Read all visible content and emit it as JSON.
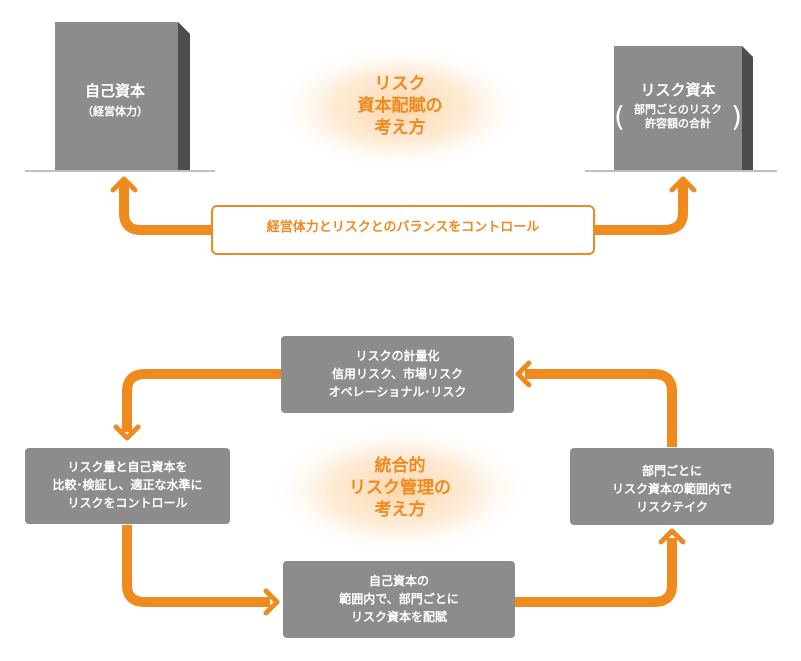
{
  "top": {
    "title_lines": [
      "リスク",
      "資本配賦の",
      "考え方"
    ],
    "left_block": {
      "title": "自己資本",
      "sub": "（経営体力）"
    },
    "right_block": {
      "title": "リスク資本",
      "sub_lines": [
        "部門ごとのリスク",
        "許容額の合計"
      ],
      "paren_open": "(",
      "paren_close": ")"
    },
    "balance_label": "経営体力とリスクとのバランスをコントロール"
  },
  "bottom": {
    "title_lines": [
      "統合的",
      "リスク管理の",
      "考え方"
    ],
    "box_quant": [
      "リスクの計量化",
      "信用リスク、市場リスク",
      "オペレーショナル･リスク"
    ],
    "box_compare": [
      "リスク量と自己資本を",
      "比較･検証し、適正な水準に",
      "リスクをコントロール"
    ],
    "box_risktake": [
      "部門ごとに",
      "リスク資本の範囲内で",
      "リスクテイク"
    ],
    "box_allocate": [
      "自己資本の",
      "範囲内で、部門ごとに",
      "リスク資本を配賦"
    ]
  },
  "colors": {
    "accent": "#ef8a1f",
    "box_gray": "#8c8c8c",
    "block_front": "#8c8c8c",
    "block_side": "#4d4d4d",
    "ground_line": "#aaaaaa",
    "glow": "#fcd9b0"
  }
}
